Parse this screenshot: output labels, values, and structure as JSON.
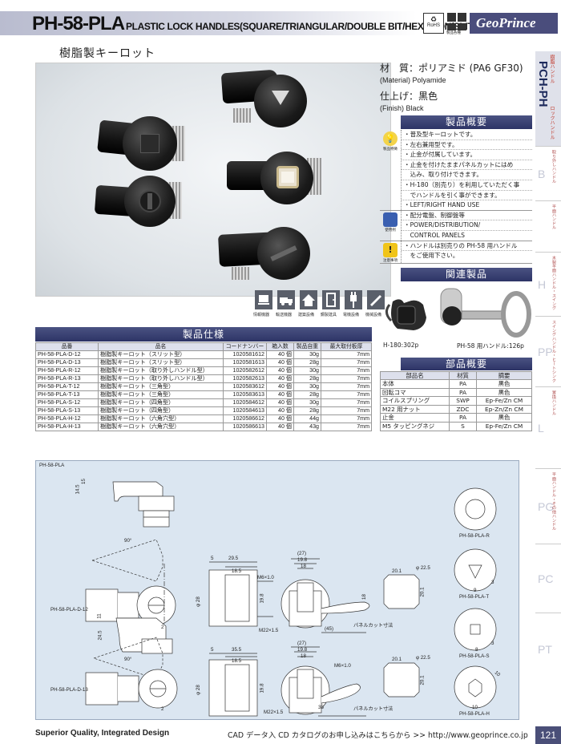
{
  "header": {
    "model": "PH-58-PLA",
    "subtitle": "PLASTIC LOCK HANDLES(SQUARE/TRIANGULAR/DOUBLE BIT/HEXAGON/SLIT)",
    "rohs": "RoHS",
    "brand": "GeoPrince",
    "grid_caption": "製品各種"
  },
  "page_title": "樹脂製キーロット",
  "material": {
    "material_jp": "材　質：ポリアミド (PA6 GF30)",
    "material_en": "(Material) Polyamide",
    "finish_jp": "仕上げ：黒色",
    "finish_en": "(Finish) Black"
  },
  "usage_icons": [
    {
      "label": "情報機器"
    },
    {
      "label": "輸送機器"
    },
    {
      "label": "建築設備"
    },
    {
      "label": "鋼製建具"
    },
    {
      "label": "電機設備"
    },
    {
      "label": "機械設備"
    }
  ],
  "overview": {
    "title": "製品概要",
    "groups": [
      {
        "icon_label": "製品特徴",
        "color": "#f3d34a",
        "lines": [
          "・普及型キーロットです。",
          "・左右兼用型です。",
          "・止金が付属しています。",
          "・止金を付けたままパネルカットにはめ",
          "　込み、取り付けできます。",
          "・H-180（別売り）を利用していただく事",
          "　でハンドルを引く事ができます。",
          "・LEFT/RIGHT HAND USE"
        ]
      },
      {
        "icon_label": "使用例",
        "color": "#3a5fb0",
        "lines": [
          "・配分電盤、制御盤等",
          "・POWER/DISTRIBUTION/",
          "　CONTROL PANELS"
        ]
      },
      {
        "icon_label": "注意事項",
        "color": "#f0c419",
        "lines": [
          "・ハンドルは別売りの PH-58 用ハンドル",
          "　をご使用下さい。"
        ]
      }
    ]
  },
  "related": {
    "title": "関連製品",
    "items": [
      {
        "label": "H-180:302p"
      },
      {
        "label": "PH-58 用ハンドル:126p"
      }
    ]
  },
  "parts": {
    "title": "部品概要",
    "columns": [
      "部品名",
      "材質",
      "摘要"
    ],
    "rows": [
      [
        "本体",
        "PA",
        "黒色"
      ],
      [
        "回転コマ",
        "PA",
        "黒色"
      ],
      [
        "コイルスプリング",
        "SWP",
        "Ep-Fe/Zn CM"
      ],
      [
        "M22 用ナット",
        "ZDC",
        "Ep-Zn/Zn CM"
      ],
      [
        "止金",
        "PA",
        "黒色"
      ],
      [
        "M5 タッピングネジ",
        "S",
        "Ep-Fe/Zn CM"
      ]
    ]
  },
  "spec": {
    "title": "製品仕様",
    "columns": [
      "品番",
      "品名",
      "コードナンバー",
      "箱入数",
      "製品自重",
      "最大取付板厚"
    ],
    "rows": [
      [
        "PH-58-PLA-D-12",
        "樹脂製キーロット（スリット型）",
        "1020581612",
        "40 個",
        "30g",
        "7mm"
      ],
      [
        "PH-58-PLA-D-13",
        "樹脂製キーロット（スリット型）",
        "1020581613",
        "40 個",
        "28g",
        "7mm"
      ],
      [
        "PH-58-PLA-R-12",
        "樹脂製キーロット（取り外しハンドル型）",
        "1020582612",
        "40 個",
        "30g",
        "7mm"
      ],
      [
        "PH-58-PLA-R-13",
        "樹脂製キーロット（取り外しハンドル型）",
        "1020582613",
        "40 個",
        "28g",
        "7mm"
      ],
      [
        "PH-58-PLA-T-12",
        "樹脂製キーロット（三角型）",
        "1020583612",
        "40 個",
        "30g",
        "7mm"
      ],
      [
        "PH-58-PLA-T-13",
        "樹脂製キーロット（三角型）",
        "1020583613",
        "40 個",
        "28g",
        "7mm"
      ],
      [
        "PH-58-PLA-S-12",
        "樹脂製キーロット（四角型）",
        "1020584612",
        "40 個",
        "30g",
        "7mm"
      ],
      [
        "PH-58-PLA-S-13",
        "樹脂製キーロット（四角型）",
        "1020584613",
        "40 個",
        "28g",
        "7mm"
      ],
      [
        "PH-58-PLA-H-12",
        "樹脂製キーロット（六角穴型）",
        "1020586612",
        "40 個",
        "44g",
        "7mm"
      ],
      [
        "PH-58-PLA-H-13",
        "樹脂製キーロット（六角穴型）",
        "1020586613",
        "40 個",
        "43g",
        "7mm"
      ]
    ]
  },
  "drawing": {
    "series": "PH-58-PLA",
    "views": {
      "d12": "PH-58-PLA-D-12",
      "d13": "PH-58-PLA-D-13",
      "r": "PH-58-PLA-R",
      "t": "PH-58-PLA-T",
      "s": "PH-58-PLA-S",
      "h": "PH-58-PLA-H"
    },
    "panel_cut": "パネルカット寸法",
    "dims": {
      "d_145": "14.5",
      "d_15": "15",
      "d_90a": "90°",
      "d_5a": "5",
      "d_295": "29.5",
      "d_185a": "18.5",
      "d_phi28a": "φ 28",
      "d_198a": "19.8",
      "d_2a": "2",
      "d_27a": "(27)",
      "d_198b": "19.8",
      "d_18a": "18",
      "d_m6a": "M6×1.0",
      "d_m22a": "M22×1.5",
      "d_45": "(45)",
      "d_18b": "18",
      "d_201a": "20.1",
      "d_phi225a": "φ 22.5",
      "d_201b": "20.1",
      "d_11": "11",
      "d_245": "24.5",
      "d_90b": "90°",
      "d_5b": "5",
      "d_355": "35.5",
      "d_185b": "18.5",
      "d_phi28b": "φ 28",
      "d_198c": "19.8",
      "d_2b": "2",
      "d_27b": "(27)",
      "d_198d": "19.8",
      "d_18c": "18",
      "d_m6b": "M6×1.0",
      "d_m22b": "M22×1.5",
      "d_35": "35",
      "d_201c": "20.1",
      "d_phi225b": "φ 22.5",
      "d_201d": "20.1",
      "d_9": "9",
      "d_8": "8",
      "d_10a": "10",
      "d_10b": "10",
      "d_3a": "3",
      "d_3b": "3"
    }
  },
  "side_tabs": {
    "top_small1": "樹脂ハンドル",
    "top_big": "PCH-PH",
    "top_small2": "ロックハンドル",
    "items": [
      {
        "letter": "B",
        "text": "取り外しハンドル"
      },
      {
        "letter": "",
        "text": "平面ハンドル"
      },
      {
        "letter": "H",
        "text": "木製平面ハンドル・スイング"
      },
      {
        "letter": "PP",
        "text": "スイングハンドル・ヒートシンク"
      },
      {
        "letter": "L",
        "text": "置換ハンドル"
      },
      {
        "letter": "PG",
        "text": "平面ハンドル・その他ハンドル"
      },
      {
        "letter": "PC",
        "text": ""
      },
      {
        "letter": "PT",
        "text": ""
      }
    ]
  },
  "footer": {
    "left": "Superior Quality, Integrated Design",
    "right": "CAD データ入 CD カタログのお申し込みはこちらから >> http://www.geoprince.co.jp",
    "page": "121"
  }
}
